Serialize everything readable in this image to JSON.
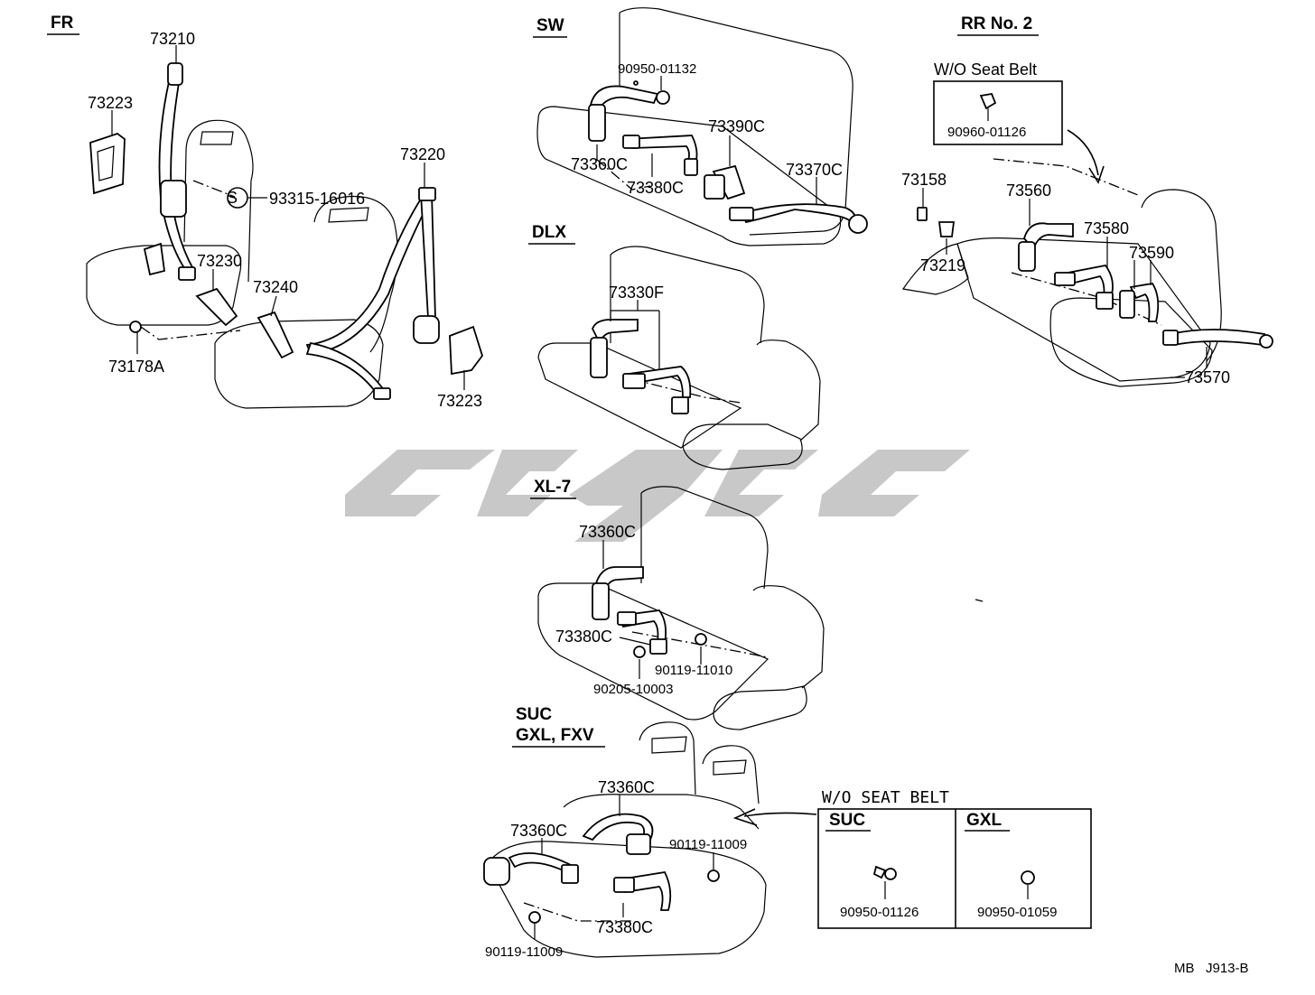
{
  "sections": {
    "fr": "FR",
    "sw": "SW",
    "dlx": "DLX",
    "xl7": "XL-7",
    "suc_line1": "SUC",
    "suc_line2": "GXL, FXV",
    "rr": "RR No. 2"
  },
  "fr_parts": {
    "p73210": "73210",
    "p73223_top": "73223",
    "p93315": "93315-16016",
    "s_symbol": "S",
    "p73220": "73220",
    "p73230": "73230",
    "p73240": "73240",
    "p73178a": "73178A",
    "p73223_bot": "73223"
  },
  "sw_parts": {
    "p90950_01132": "90950-01132",
    "p73390c": "73390C",
    "p73360c": "73360C",
    "p73380c": "73380C",
    "p73370c": "73370C"
  },
  "dlx_parts": {
    "p73330f": "73330F"
  },
  "xl7_parts": {
    "p73360c": "73360C",
    "p73380c": "73380C",
    "p90119_11010": "90119-11010",
    "p90205_10003": "90205-10003"
  },
  "suc_parts": {
    "p73360c_top": "73360C",
    "p73360c_left": "73360C",
    "p90119_11009_r": "90119-11009",
    "p73380c": "73380C",
    "p90119_11009_b": "90119-11009"
  },
  "wo_seat_belt_box": {
    "title": "W/O SEAT BELT",
    "col1_title": "SUC",
    "col1_part": "90950-01126",
    "col2_title": "GXL",
    "col2_part": "90950-01059"
  },
  "rr_parts": {
    "wo_title": "W/O Seat Belt",
    "p90960_01126": "90960-01126",
    "p73158": "73158",
    "p73219": "73219",
    "p73560": "73560",
    "p73580": "73580",
    "p73590": "73590",
    "p73570": "73570"
  },
  "footer": {
    "code": "MB   J913-B"
  }
}
